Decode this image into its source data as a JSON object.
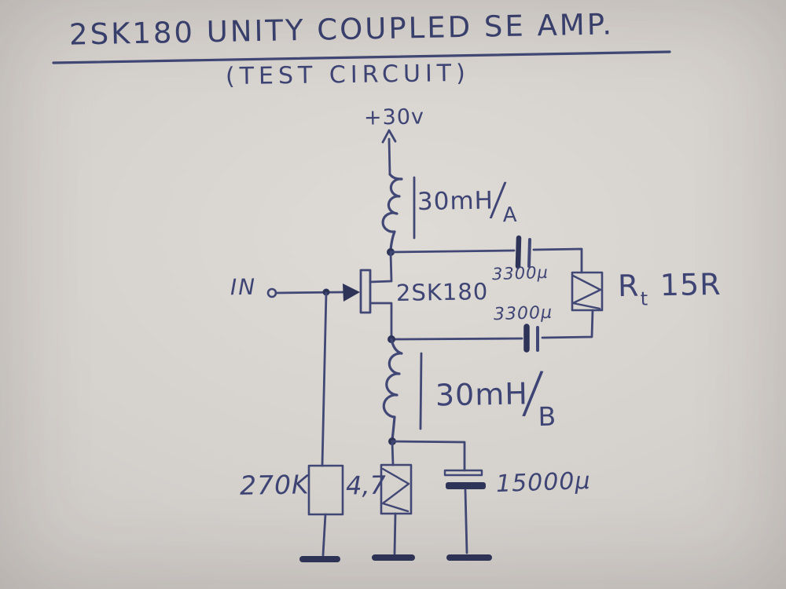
{
  "title": {
    "main": "2SK180 UNITY COUPLED SE AMP.",
    "subtitle": "(TEST CIRCUIT)"
  },
  "supply": {
    "label": "+30v"
  },
  "input": {
    "label": "IN"
  },
  "transistor": {
    "label": "2SK180"
  },
  "inductors": {
    "a": {
      "value": "30mH",
      "sep": "/",
      "winding": "A"
    },
    "b": {
      "value": "30mH",
      "sep": "/",
      "winding": "B"
    }
  },
  "capacitors": {
    "coupling_top": "3300µ",
    "coupling_bottom": "3300µ",
    "bypass": "15000µ"
  },
  "load": {
    "prefix": "R",
    "sub": "t",
    "value": "15R"
  },
  "resistors": {
    "gate": "270K",
    "source": "4,7"
  },
  "colors": {
    "ink": "#3e4474",
    "ink_dark": "#2e3458",
    "paper": "#d5d1cd"
  }
}
